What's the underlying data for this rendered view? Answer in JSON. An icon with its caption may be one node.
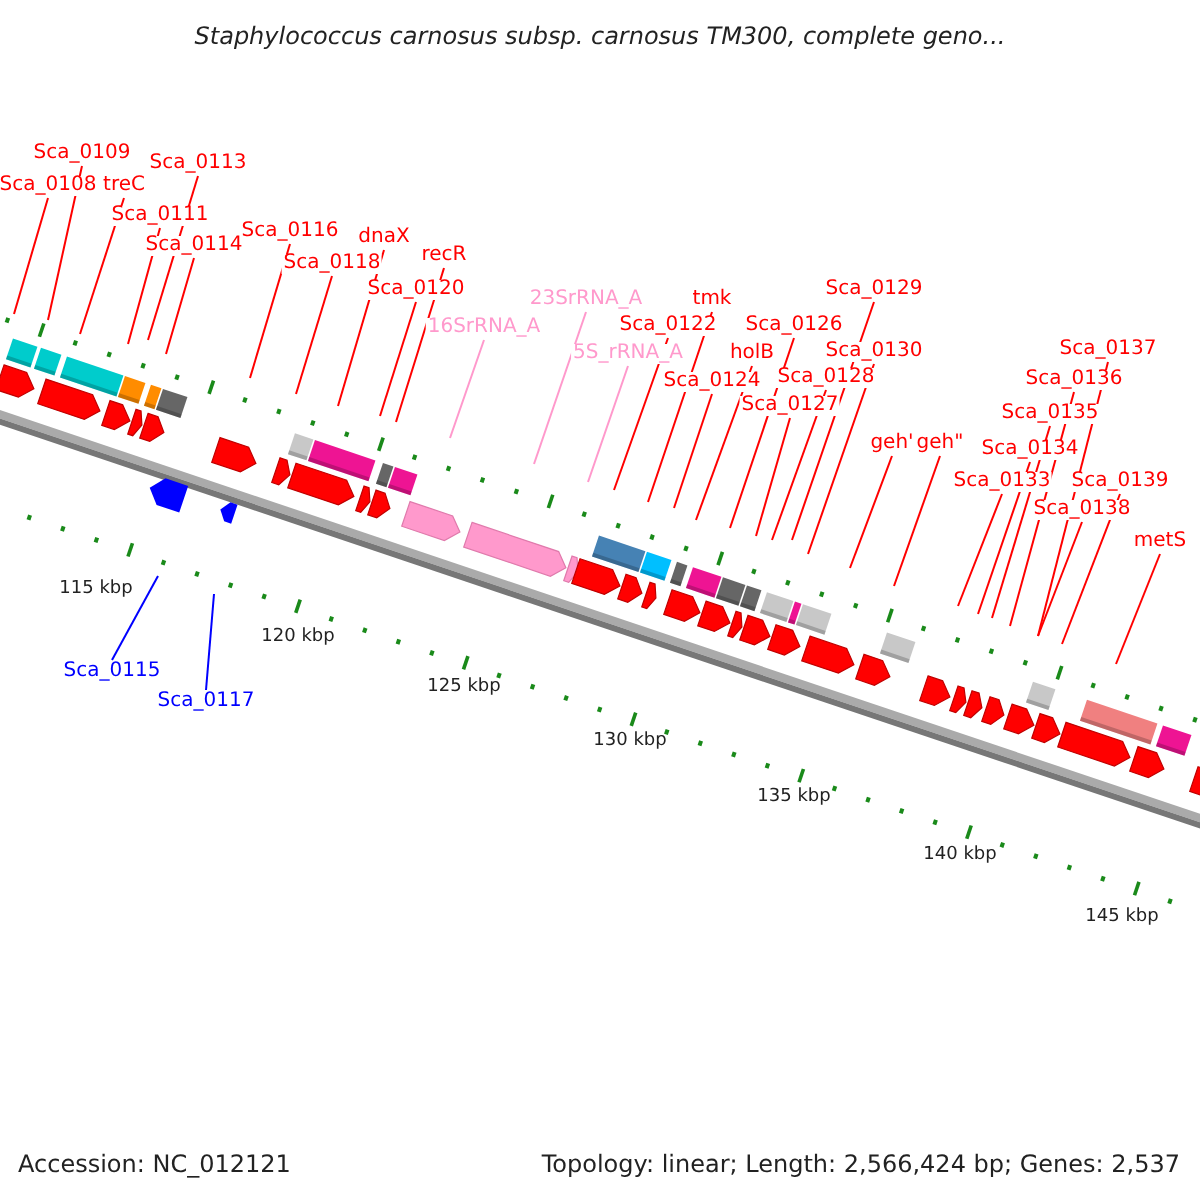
{
  "diagram": {
    "title": "Staphylococcus carnosus subsp. carnosus TM300, complete geno...",
    "nodes": [
      {
        "text": [
          "Sca_0109"
        ]
      },
      {
        "text": [
          "Sca_0113"
        ]
      },
      {
        "text": [
          "Sca_0108"
        ]
      },
      {
        "text": [
          "treC"
        ]
      },
      {
        "text": [
          "Sca_0111"
        ]
      },
      {
        "text": [
          "Sca_0116"
        ]
      },
      {
        "text": [
          "dnaX"
        ]
      },
      {
        "text": [
          "Sca_0114"
        ]
      },
      {
        "text": [
          "recR"
        ]
      },
      {
        "text": [
          "Sca_0118"
        ]
      },
      {
        "text": [
          "Sca_0129"
        ]
      },
      {
        "text": [
          "Sca_0120"
        ]
      },
      {
        "text": [
          "23SrRNA_A"
        ]
      },
      {
        "text": [
          "tmk"
        ]
      },
      {
        "text": [
          "Sca_0122"
        ]
      },
      {
        "text": [
          "Sca_0126"
        ]
      },
      {
        "text": [
          "16SrRNA_A"
        ]
      },
      {
        "text": [
          "Sca_0137"
        ]
      },
      {
        "text": [
          "Sca_0130"
        ]
      },
      {
        "text": [
          "5S_rRNA_A"
        ]
      },
      {
        "text": [
          "holB"
        ]
      },
      {
        "text": [
          "Sca_0136"
        ]
      },
      {
        "text": [
          "Sca_0128"
        ]
      },
      {
        "text": [
          "Sca_0124"
        ]
      },
      {
        "text": [
          "Sca_0127"
        ]
      },
      {
        "text": [
          "Sca_0135"
        ]
      },
      {
        "text": [
          "geh'"
        ]
      },
      {
        "text": [
          "geh\""
        ]
      },
      {
        "text": [
          "Sca_0134"
        ]
      },
      {
        "text": [
          "Sca_0133"
        ]
      },
      {
        "text": [
          "Sca_0139"
        ]
      },
      {
        "text": [
          "Sca_0138"
        ]
      },
      {
        "text": [
          "metS"
        ]
      },
      {
        "text": [
          "Sca_0115"
        ]
      },
      {
        "text": [
          "Sca_0117"
        ]
      }
    ],
    "edges": [
      {
        "from": 0,
        "to": null,
        "arrow": "none"
      },
      {
        "from": 1,
        "to": null,
        "arrow": "none"
      },
      {
        "from": 2,
        "to": null,
        "arrow": "none"
      },
      {
        "from": 3,
        "to": null,
        "arrow": "none"
      },
      {
        "from": 4,
        "to": null,
        "arrow": "none"
      },
      {
        "from": 5,
        "to": null,
        "arrow": "none"
      },
      {
        "from": 6,
        "to": null,
        "arrow": "none"
      },
      {
        "from": 7,
        "to": null,
        "arrow": "none"
      },
      {
        "from": 8,
        "to": null,
        "arrow": "none"
      },
      {
        "from": 9,
        "to": null,
        "arrow": "none"
      },
      {
        "from": 10,
        "to": null,
        "arrow": "none"
      },
      {
        "from": 11,
        "to": null,
        "arrow": "none"
      },
      {
        "from": 12,
        "to": null,
        "arrow": "none",
        "color": "#ff99cc"
      },
      {
        "from": 13,
        "to": null,
        "arrow": "none"
      },
      {
        "from": 14,
        "to": null,
        "arrow": "none"
      },
      {
        "from": 15,
        "to": null,
        "arrow": "none"
      },
      {
        "from": 16,
        "to": null,
        "arrow": "none",
        "color": "#ff99cc"
      },
      {
        "from": 17,
        "to": null,
        "arrow": "none"
      },
      {
        "from": 18,
        "to": null,
        "arrow": "none"
      },
      {
        "from": 19,
        "to": null,
        "arrow": "none",
        "color": "#ff99cc"
      },
      {
        "from": 20,
        "to": null,
        "arrow": "none"
      },
      {
        "from": 21,
        "to": null,
        "arrow": "none"
      },
      {
        "from": 22,
        "to": null,
        "arrow": "none"
      },
      {
        "from": 23,
        "to": null,
        "arrow": "none"
      },
      {
        "from": 24,
        "to": null,
        "arrow": "none"
      },
      {
        "from": 25,
        "to": null,
        "arrow": "none"
      },
      {
        "from": 26,
        "to": null,
        "arrow": "none"
      },
      {
        "from": 27,
        "to": null,
        "arrow": "none"
      },
      {
        "from": 28,
        "to": null,
        "arrow": "none"
      },
      {
        "from": 29,
        "to": null,
        "arrow": "none"
      },
      {
        "from": 30,
        "to": null,
        "arrow": "none"
      },
      {
        "from": 31,
        "to": null,
        "arrow": "none"
      },
      {
        "from": 32,
        "to": null,
        "arrow": "none"
      },
      {
        "from": 33,
        "to": null,
        "arrow": "none",
        "color": "#0000ff"
      },
      {
        "from": 34,
        "to": null,
        "arrow": "none",
        "color": "#0000ff"
      }
    ],
    "labels": [
      "115 kbp",
      "120 kbp",
      "125 kbp",
      "130 kbp",
      "135 kbp",
      "140 kbp",
      "145 kbp",
      "Accession: NC_012121",
      "Topology: linear; Length: 2,566,424 bp; Genes: 2,537"
    ]
  }
}
